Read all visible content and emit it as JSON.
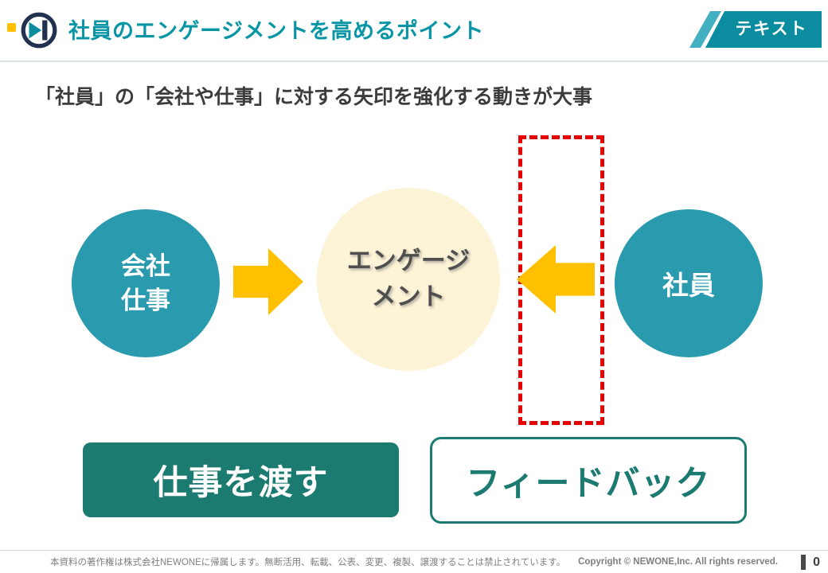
{
  "header": {
    "title": "社員のエンゲージメントを高めるポイント",
    "badge_label": "テキスト"
  },
  "subtitle": "「社員」の「会社や仕事」に対する矢印を強化する動きが大事",
  "diagram": {
    "left_circle": {
      "line1": "会社",
      "line2": "仕事"
    },
    "center_circle": {
      "line1": "エンゲージ",
      "line2": "メント"
    },
    "right_circle_label": "社員",
    "left_box_label": "仕事を渡す",
    "right_box_label": "フィードバック"
  },
  "footer": {
    "notice": "本資料の著作権は株式会社NEWONEに帰属します。無断活用、転載、公表、変更、複製、譲渡することは禁止されています。",
    "copyright": "Copyright © NEWONE,Inc.  All rights reserved.",
    "page_number": "0"
  },
  "icons": {
    "logo": "newone-logo-icon",
    "arrow_right": "block-arrow-right-icon",
    "arrow_left": "block-arrow-left-icon"
  },
  "colors": {
    "teal_circle": "#2A9AAE",
    "header_title_teal": "#0896A6",
    "badge_teal": "#0C8C9F",
    "badge_accent_teal": "#43B0C1",
    "arrow_gold": "#FFC000",
    "center_cream": "#FDF3D6",
    "dark_teal_box": "#1B7B70",
    "alert_red": "#E60000",
    "footer_gray": "#7F7F7F"
  }
}
